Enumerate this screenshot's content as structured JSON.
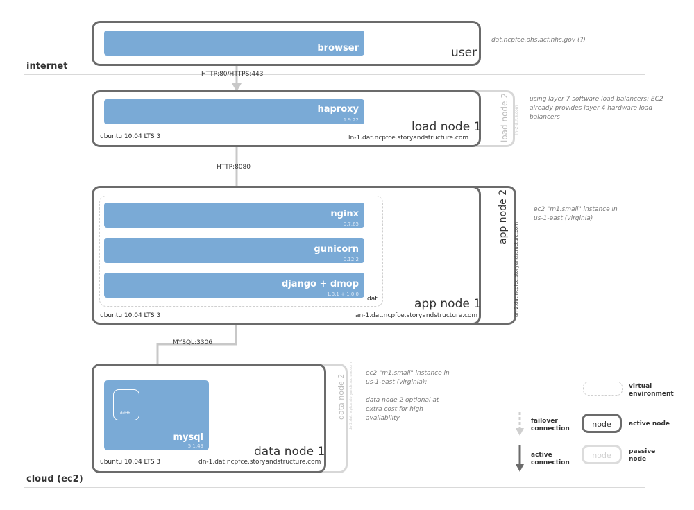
{
  "zones": {
    "internet": "internet",
    "cloud": "cloud (ec2)"
  },
  "user": {
    "node_label": "user",
    "browser": "browser",
    "note": "dat.ncpfce.ohs.acf.hhs.gov (?)"
  },
  "connections": {
    "c1": "HTTP:80/HTTPS:443",
    "c2": "HTTP:8080",
    "c3": "MYSQL:3306"
  },
  "load": {
    "node1": "load node 1",
    "node2": "load node 2",
    "node2_host": "ln-2.d.n.s.com",
    "service": "haproxy",
    "version": "1.9.22",
    "os": "ubuntu 10.04 LTS 3",
    "host": "ln-1.dat.ncpfce.storyandstructure.com",
    "note": [
      "using layer 7 software load balancers; EC2",
      "already provides layer 4 hardware load",
      "balancers"
    ]
  },
  "app": {
    "node1": "app node 1",
    "node2": "app node 2",
    "node2_host": "an-2.dat.ncpfce.storyandstructure.com",
    "services": [
      {
        "name": "nginx",
        "version": "0.7.65"
      },
      {
        "name": "gunicorn",
        "version": "0.12.2"
      },
      {
        "name": "django + dmop",
        "version": "1.3.1 + 1.0.0"
      }
    ],
    "venv": "dat",
    "os": "ubuntu 10.04 LTS 3",
    "host": "an-1.dat.ncpfce.storyandstructure.com",
    "note": [
      "ec2 \"m1.small\" instance in",
      "us-1-east (virginia)"
    ]
  },
  "data": {
    "node1": "data node 1",
    "node2": "data node 2",
    "node2_host": "dn-2.dat.ncpfce.storyandstructure.com",
    "service": "mysql",
    "version": "5.1.49",
    "db": "datdb",
    "os": "ubuntu 10.04 LTS 3",
    "host": "dn-1.dat.ncpfce.storyandstructure.com",
    "note": [
      "ec2 \"m1.small\" instance in",
      "us-1-east (virginia);",
      "",
      "data node 2 optional at",
      "extra cost for high",
      "availability"
    ]
  },
  "legend": {
    "virtual": [
      "virtual",
      "environment"
    ],
    "node_text": "node",
    "active_node": "active node",
    "passive_node": [
      "passive",
      "node"
    ],
    "failover": [
      "failover",
      "connection"
    ],
    "active_conn": [
      "active",
      "connection"
    ]
  }
}
